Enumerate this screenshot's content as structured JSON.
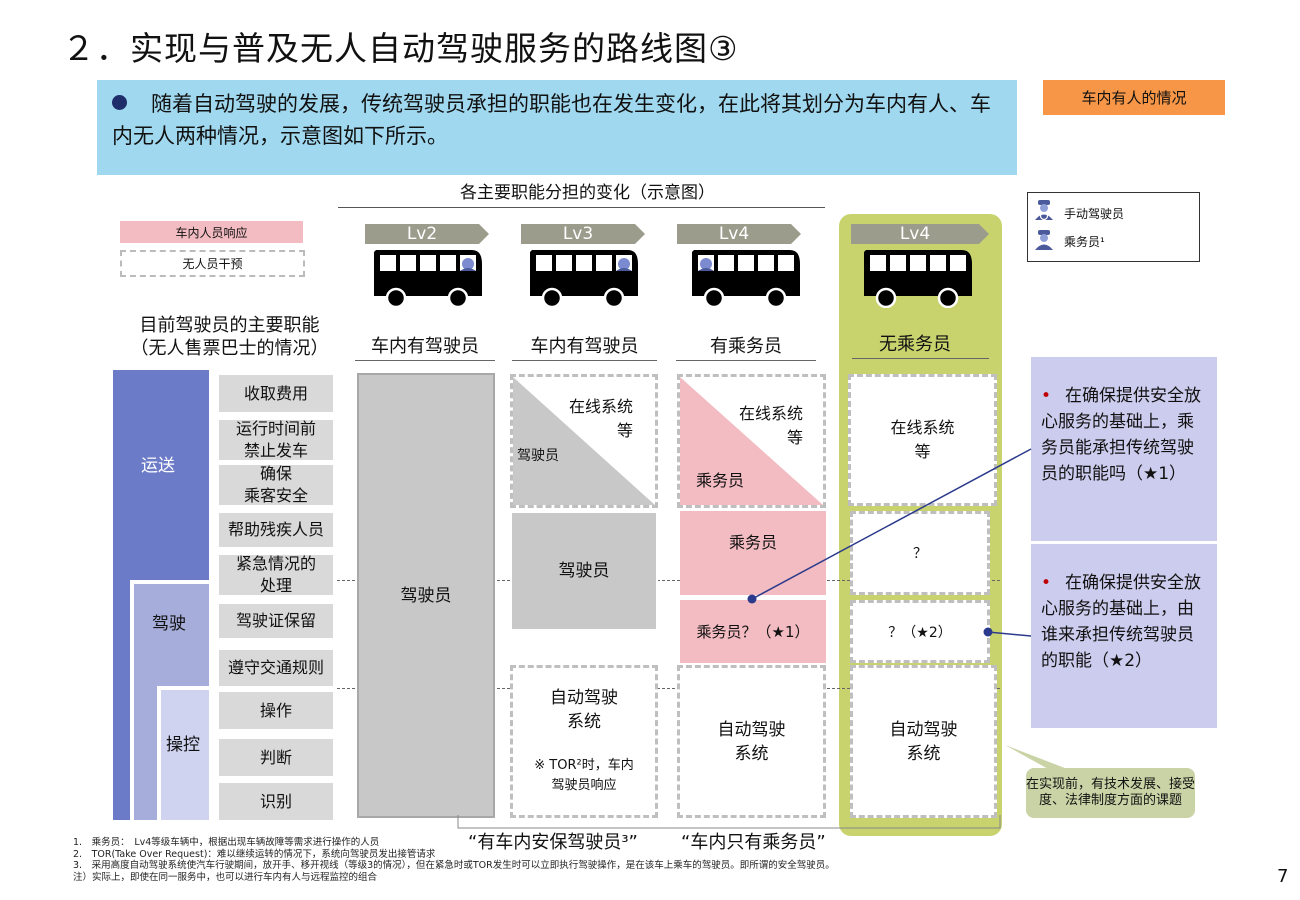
{
  "title": "２．实现与普及无人自动驾驶服务的路线图③",
  "intro": "随着自动驾驶的发展，传统驾驶员承担的职能也在发生变化，在此将其划分为车内有人、车内无人两种情况，示意图如下所示。",
  "tag": "车内有人的情况",
  "subtitle": "各主要职能分担的变化（示意图）",
  "legend": {
    "occupied": "车内人员响应",
    "unmanned": "无人员干预"
  },
  "role_legend": {
    "manual": "手动驾驶员",
    "attendant": "乘务员¹"
  },
  "levels": [
    "Lv2",
    "Lv3",
    "Lv4",
    "Lv4"
  ],
  "left_header": {
    "line1": "目前驾驶员的主要职能",
    "line2": "（无人售票巴士的情况）"
  },
  "col_heads": [
    "车内有驾驶员",
    "车内有驾驶员",
    "有乘务员",
    "无乘务员"
  ],
  "categories": {
    "transport": "运送",
    "driving": "驾驶",
    "control": "操控"
  },
  "duties": [
    "收取费用",
    "运行时间前\n禁止发车",
    "确保\n乘客安全",
    "帮助残疾人员",
    "紧急情况的\n处理",
    "驾驶证保留",
    "遵守交通规则",
    "操作",
    "判断",
    "识别"
  ],
  "cells": {
    "driver": "驾驶员",
    "online_sys": "在线系统\n等",
    "driver_small": "驾驶员",
    "attendant": "乘务员",
    "attendant_q": "乘务员？（★1）",
    "q": "？",
    "q2": "？（★2）",
    "auto_sys": "自动驾驶\n系统",
    "tor_note": "※ TOR²时，车内\n驾驶员响应"
  },
  "notes": [
    "在确保提供安全放心服务的基础上，乘务员能承担传统驾驶员的职能吗（★1）",
    "在确保提供安全放心服务的基础上，由谁来承担传统驾驶员的职能（★2）"
  ],
  "bubble": "在实现前，有技术发展、接受度、法律制度方面的课题",
  "slogans": [
    "“有车内安保驾驶员³”",
    "“车内只有乘务员”"
  ],
  "footnotes": [
    "1.　乘务员：　Lv4等级车辆中，根据出现车辆故障等需求进行操作的人员",
    "2.　TOR(Take Over Request)：难以继续运转的情况下，系统向驾驶员发出接管请求",
    "3.　采用高度自动驾驶系统使汽车行驶期间，放开手、移开视线（等级3的情况），但在紧急时或TOR发生时可以立即执行驾驶操作，是在该车上乘车的驾驶员。即所谓的安全驾驶员。",
    "注）实际上，即使在同一服务中，也可以进行车内有人与远程监控的组合"
  ],
  "page_number": "7",
  "colors": {
    "accent_blue": "#a0d8ef",
    "orange": "#f79646",
    "pink": "#f2bcc2",
    "lavender": "#ccccee",
    "olive": "#c9d36e",
    "transport": "#6c7bc7"
  }
}
